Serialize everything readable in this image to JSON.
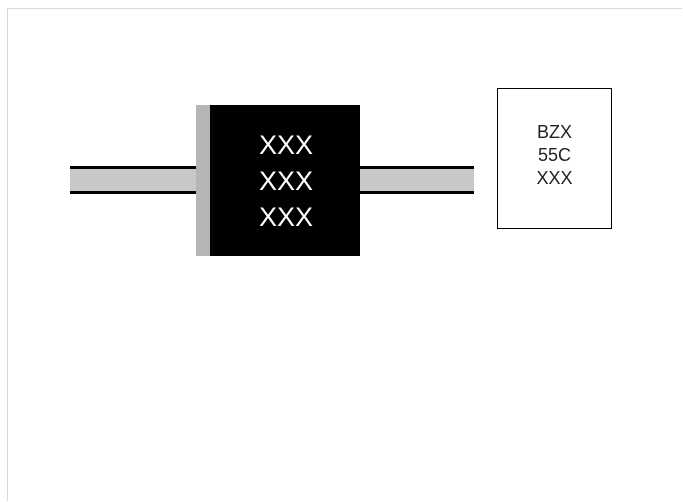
{
  "component": {
    "marking_lines": [
      "XXX",
      "XXX",
      "XXX"
    ]
  },
  "legend": {
    "lines": [
      "BZX",
      "55C",
      "XXX"
    ]
  },
  "colors": {
    "body": "#000000",
    "cathode_band": "#b5b5b5",
    "lead_fill": "#c8c8c8",
    "marking_text": "#ffffff"
  }
}
